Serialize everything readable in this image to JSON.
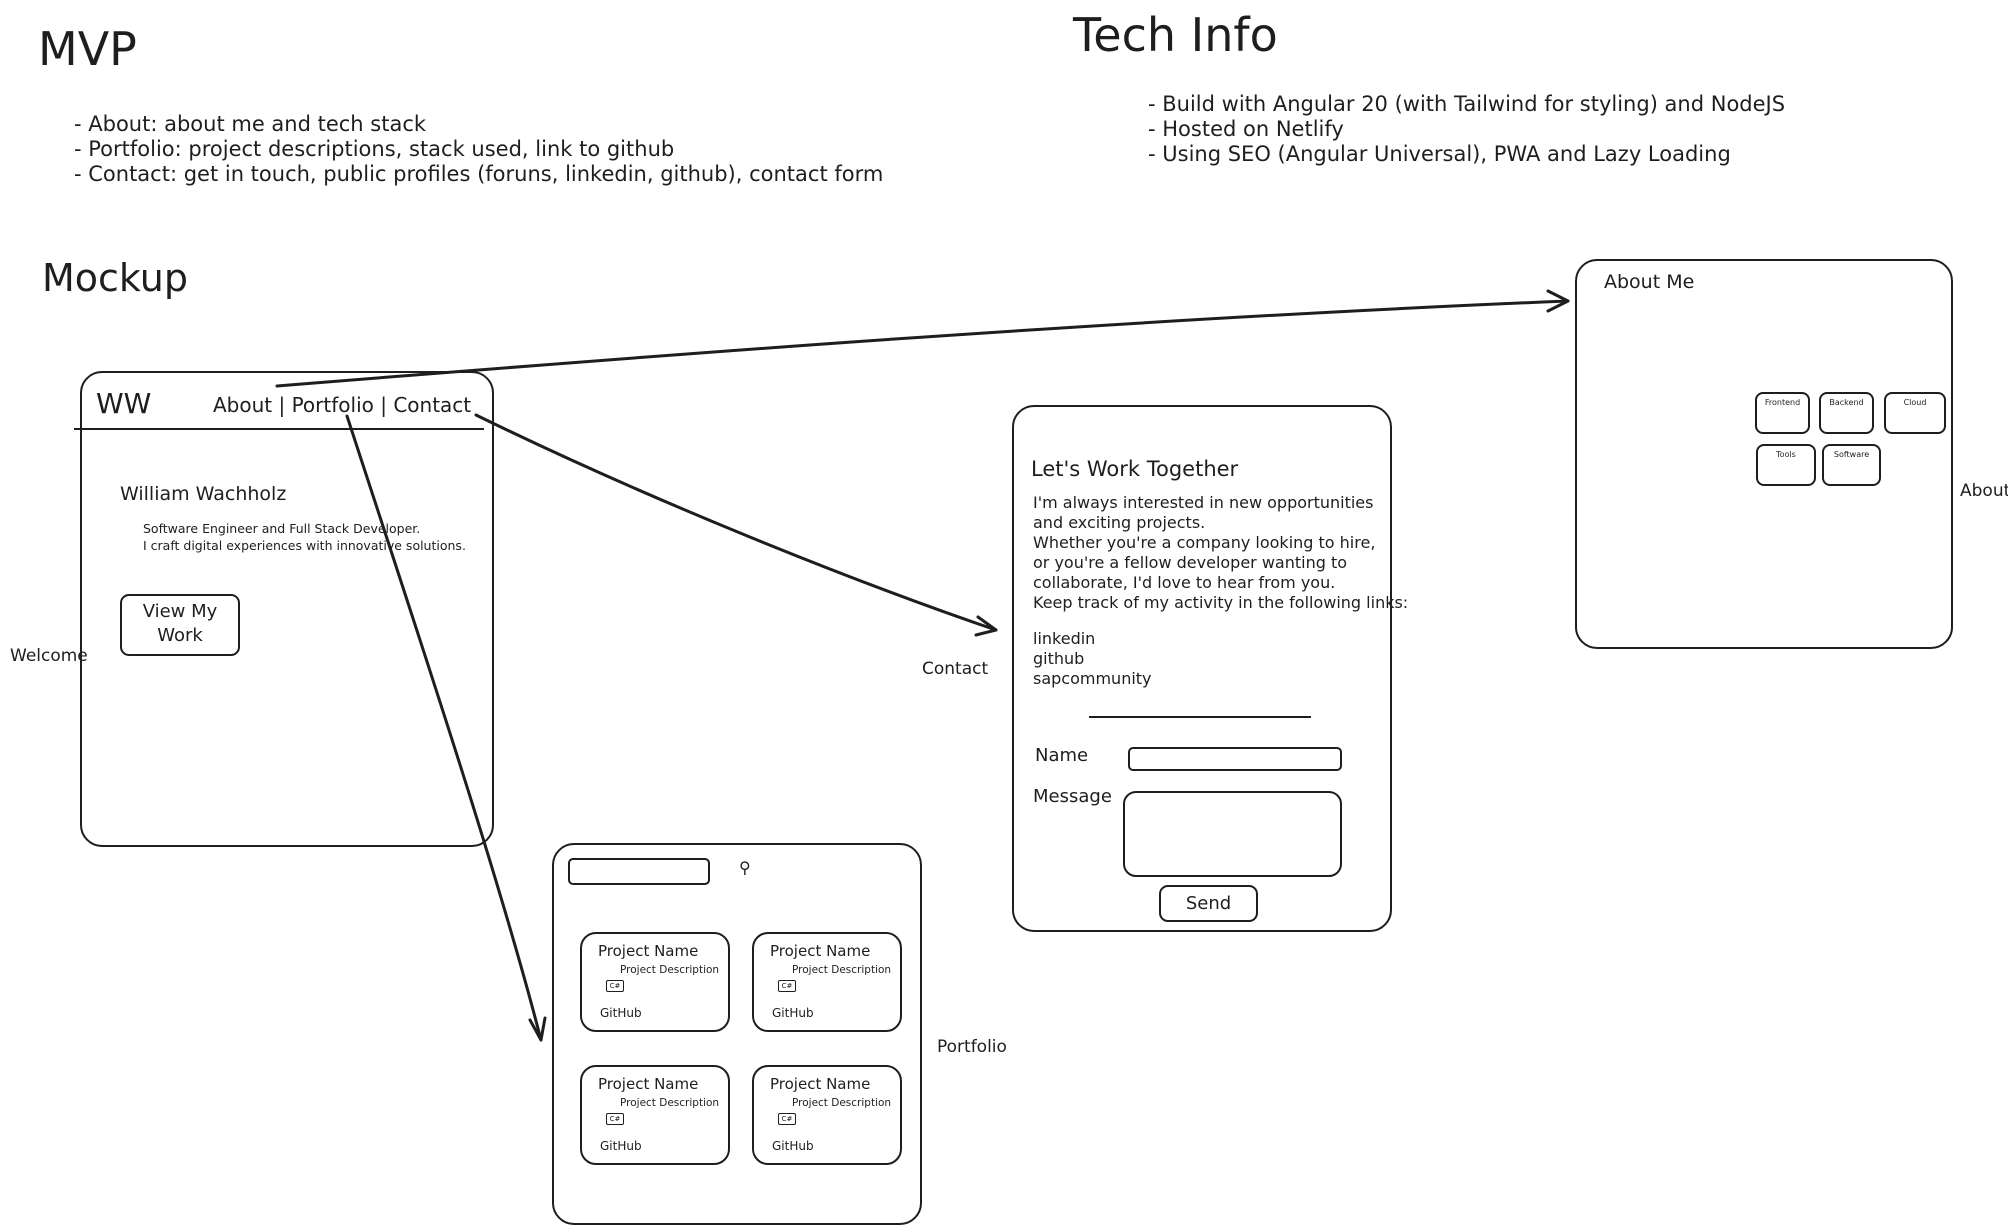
{
  "mvp": {
    "title": "MVP",
    "items": [
      "- About: about me and tech stack",
      "- Portfolio: project descriptions, stack used, link to github",
      "- Contact: get in touch, public profiles (foruns, linkedin, github), contact form"
    ]
  },
  "tech": {
    "title": "Tech Info",
    "items": [
      "- Build with Angular 20 (with Tailwind for styling) and NodeJS",
      "- Hosted on Netlify",
      "- Using SEO (Angular Universal), PWA and Lazy Loading"
    ]
  },
  "mockup": {
    "title": "Mockup"
  },
  "welcome": {
    "label": "Welcome",
    "logo": "WW",
    "nav": "About | Portfolio | Contact",
    "name": "William Wachholz",
    "tagline_1": "Software Engineer and Full Stack Developer.",
    "tagline_2": "I craft digital experiences with innovative solutions.",
    "cta_line_1": "View My",
    "cta_line_2": "Work"
  },
  "portfolio": {
    "label": "Portfolio",
    "search_icon": "magnifier-icon",
    "cards": [
      {
        "name": "Project Name",
        "description": "Project Description",
        "stack": "C#",
        "link": "GitHub"
      },
      {
        "name": "Project Name",
        "description": "Project Description",
        "stack": "C#",
        "link": "GitHub"
      },
      {
        "name": "Project Name",
        "description": "Project Description",
        "stack": "C#",
        "link": "GitHub"
      },
      {
        "name": "Project Name",
        "description": "Project Description",
        "stack": "C#",
        "link": "GitHub"
      }
    ]
  },
  "contact": {
    "label": "Contact",
    "heading": "Let's Work Together",
    "body": [
      "I'm always interested in new opportunities",
      "and exciting projects.",
      "Whether you're a company looking to hire,",
      "or you're a fellow developer wanting to",
      "collaborate, I'd love to hear from you.",
      "Keep track of my activity in the following links:"
    ],
    "links": [
      "linkedin",
      "github",
      "sapcommunity"
    ],
    "name_label": "Name",
    "message_label": "Message",
    "send_label": "Send"
  },
  "about": {
    "label": "About",
    "heading": "About Me",
    "tags": [
      "Frontend",
      "Backend",
      "Cloud",
      "Tools",
      "Software"
    ]
  },
  "colors": {
    "ink": "#1e1e1e",
    "background": "#ffffff"
  }
}
